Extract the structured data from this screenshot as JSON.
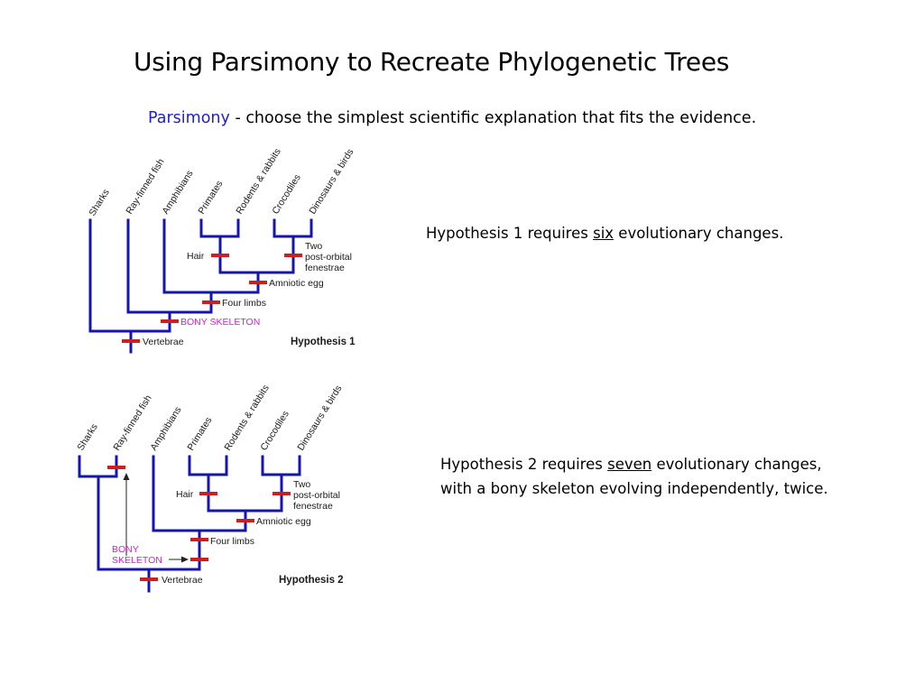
{
  "slide": {
    "title": "Using Parsimony  to Recreate Phylogenetic Trees",
    "definition_term": "Parsimony",
    "definition_rest": " - choose the simplest scientific explanation that fits the evidence."
  },
  "hypothesis1": {
    "text_before": "Hypothesis 1 requires ",
    "text_emph": "six",
    "text_after": " evolutionary changes.",
    "taxa": [
      "Sharks",
      "Ray-finned fish",
      "Amphibians",
      "Primates",
      "Rodents & rabbits",
      "Crocodiles",
      "Dinosaurs & birds"
    ],
    "traits": {
      "hair": "Hair",
      "fenestrae_1": "Two",
      "fenestrae_2": "post-orbital",
      "fenestrae_3": "fenestrae",
      "amniotic": "Amniotic egg",
      "limbs": "Four limbs",
      "bony": "BONY SKELETON",
      "vertebrae": "Vertebrae"
    },
    "caption": "Hypothesis 1",
    "changes": 6
  },
  "hypothesis2": {
    "text_line1_before": "Hypothesis 2 requires ",
    "text_line1_emph": "seven",
    "text_line1_after": " evolutionary changes,",
    "text_line2": "with a bony skeleton evolving independently, twice.",
    "taxa": [
      "Sharks",
      "Ray-finned fish",
      "Amphibians",
      "Primates",
      "Rodents & rabbits",
      "Crocodiles",
      "Dinosaurs & birds"
    ],
    "traits": {
      "hair": "Hair",
      "fenestrae_1": "Two",
      "fenestrae_2": "post-orbital",
      "fenestrae_3": "fenestrae",
      "amniotic": "Amniotic egg",
      "limbs": "Four limbs",
      "bony_1": "BONY",
      "bony_2": "SKELETON",
      "vertebrae": "Vertebrae"
    },
    "caption": "Hypothesis 2",
    "changes": 7
  },
  "colors": {
    "branch": "#1414b4",
    "tick": "#cc1f1f",
    "bony_label": "#d21fd2",
    "definition_term": "#1f1fd2"
  }
}
